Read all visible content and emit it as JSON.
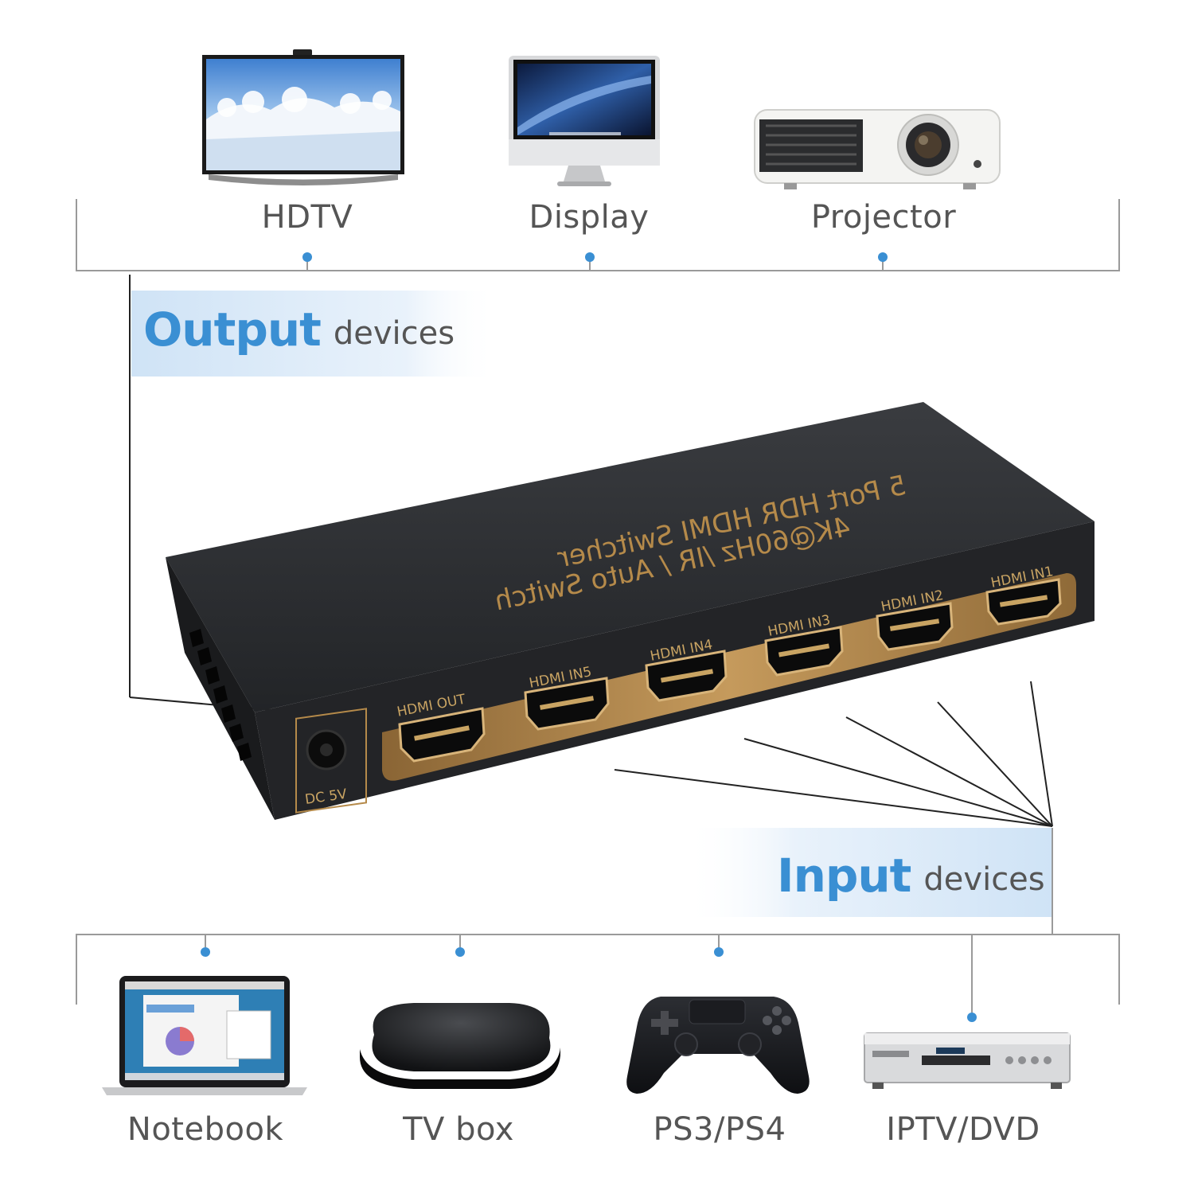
{
  "output": {
    "heading_big": "Output",
    "heading_small": "devices",
    "devices": [
      {
        "label": "HDTV",
        "icon": "hdtv-icon"
      },
      {
        "label": "Display",
        "icon": "monitor-icon"
      },
      {
        "label": "Projector",
        "icon": "projector-icon"
      }
    ]
  },
  "input": {
    "heading_big": "Input",
    "heading_small": "devices",
    "devices": [
      {
        "label": "Notebook",
        "icon": "laptop-icon"
      },
      {
        "label": "TV box",
        "icon": "tv-box-icon"
      },
      {
        "label": "PS3/PS4",
        "icon": "gamepad-icon"
      },
      {
        "label": "IPTV/DVD",
        "icon": "dvd-player-icon"
      }
    ]
  },
  "switcher": {
    "title_line1": "5 Port HDR HDMI Switcher",
    "title_line2": "4K@60Hz /IR / Auto Switch",
    "ports": [
      "HDMI OUT",
      "HDMI IN5",
      "HDMI IN4",
      "HDMI IN3",
      "HDMI IN2",
      "HDMI IN1"
    ],
    "power_label": "DC 5V"
  },
  "colors": {
    "accent_blue": "#3a8fd3",
    "gold": "#b58a4a",
    "device_body": "#26282b",
    "line": "#9a9a9a"
  }
}
